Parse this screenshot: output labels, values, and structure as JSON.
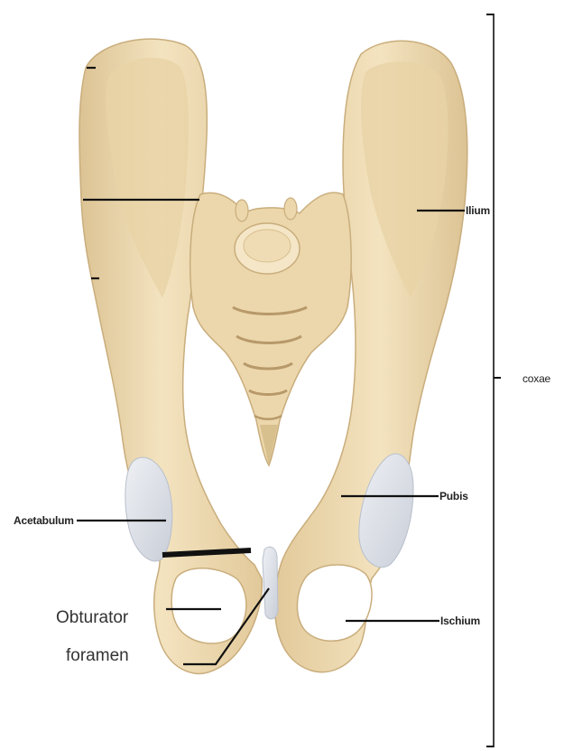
{
  "labels": {
    "ilium": "Ilium",
    "coxae": "coxae",
    "pubis": "Pubis",
    "acetabulum": "Acetabulum",
    "ischium": "Ischium",
    "obturator_line1": "Obturator",
    "obturator_line2": "foramen"
  },
  "colors": {
    "bone": "#efdcb3",
    "bone_shadow": "#d8bf8e",
    "bone_dark": "#b8996a",
    "cartilage": "#dfe3ea",
    "leader": "#111111"
  }
}
